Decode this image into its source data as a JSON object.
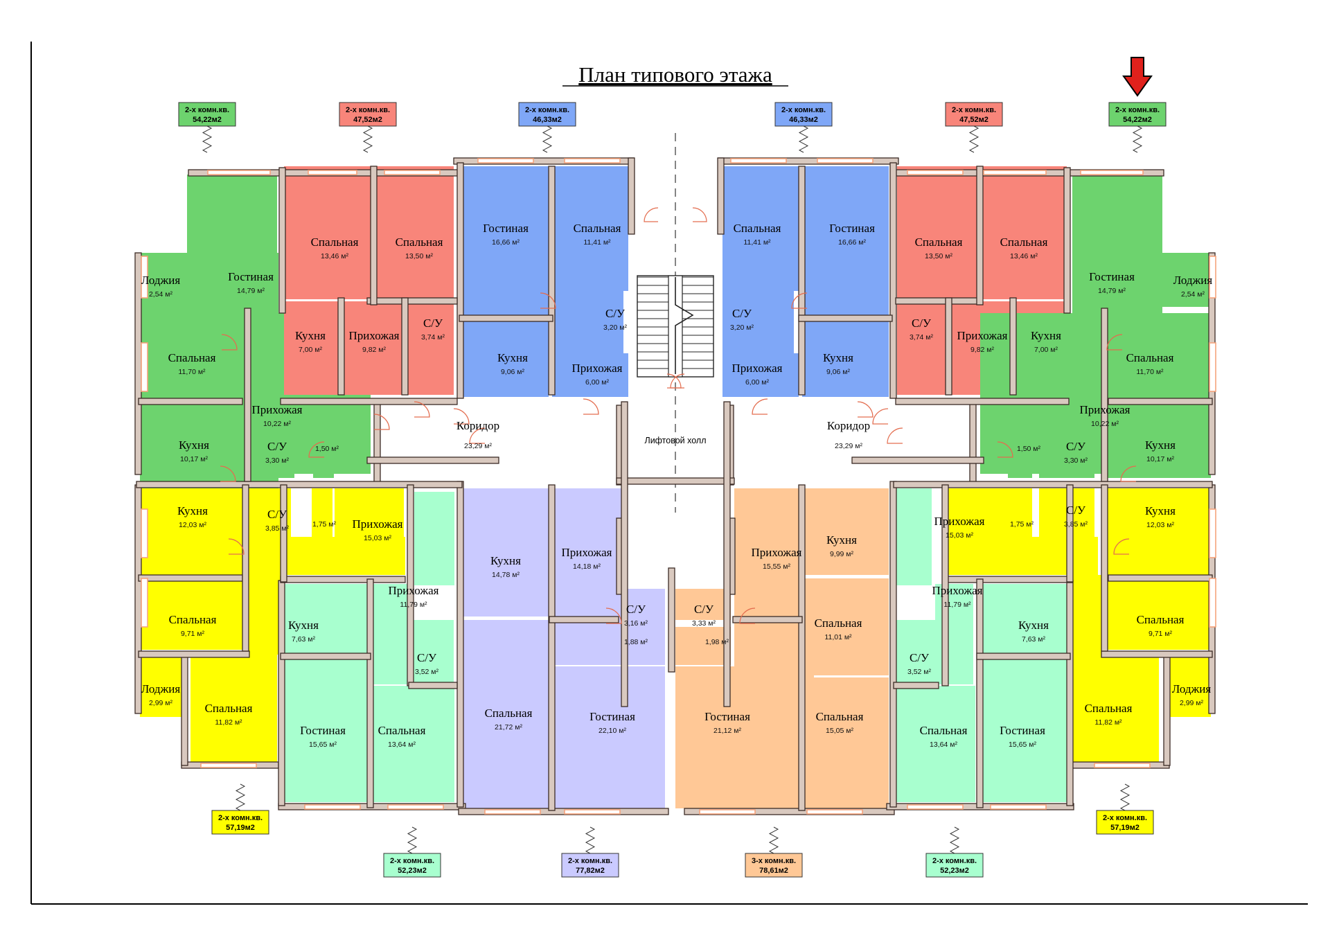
{
  "title": "План типового этажа",
  "corridor_left": {
    "name": "Коридор",
    "area": "23,29 м²"
  },
  "corridor_right": {
    "name": "Коридор",
    "area": "23,29 м²"
  },
  "lift_hall": "Лифтовой холл",
  "colors": {
    "green": "#6dd36e",
    "red": "#f8857a",
    "blue": "#7fa7f7",
    "yellow": "#ffff00",
    "mint": "#a8ffcf",
    "lavender": "#cacaff",
    "orange": "#ffc896",
    "wall": "#d9c9bf",
    "window": "#f5a37c",
    "marker": "#e0211c"
  },
  "marker_icon": "red-down-arrow-icon",
  "apartments": [
    {
      "id": "g-left",
      "color": "green",
      "type": "2-х комн.кв.",
      "area": "54,22м2"
    },
    {
      "id": "r-left",
      "color": "red",
      "type": "2-х комн.кв.",
      "area": "47,52м2"
    },
    {
      "id": "b-left",
      "color": "blue",
      "type": "2-х комн.кв.",
      "area": "46,33м2"
    },
    {
      "id": "b-right",
      "color": "blue",
      "type": "2-х комн.кв.",
      "area": "46,33м2"
    },
    {
      "id": "r-right",
      "color": "red",
      "type": "2-х комн.кв.",
      "area": "47,52м2"
    },
    {
      "id": "g-right",
      "color": "green",
      "type": "2-х комн.кв.",
      "area": "54,22м2"
    },
    {
      "id": "y-left",
      "color": "yellow",
      "type": "2-х комн.кв.",
      "area": "57,19м2"
    },
    {
      "id": "m-left",
      "color": "mint",
      "type": "2-х комн.кв.",
      "area": "52,23м2"
    },
    {
      "id": "l-mid",
      "color": "lavender",
      "type": "2-х комн.кв.",
      "area": "77,82м2"
    },
    {
      "id": "o-mid",
      "color": "orange",
      "type": "3-х комн.кв.",
      "area": "78,61м2"
    },
    {
      "id": "m-right",
      "color": "mint",
      "type": "2-х комн.кв.",
      "area": "52,23м2"
    },
    {
      "id": "y-right",
      "color": "yellow",
      "type": "2-х комн.кв.",
      "area": "57,19м2"
    }
  ],
  "rooms": [
    {
      "name": "Лоджия",
      "area": "2,54 м²"
    },
    {
      "name": "Гостиная",
      "area": "14,79 м²"
    },
    {
      "name": "Спальная",
      "area": "11,70 м²"
    },
    {
      "name": "Прихожая",
      "area": "10,22 м²"
    },
    {
      "name": "Кухня",
      "area": "10,17 м²"
    },
    {
      "name": "С/У",
      "area": "3,30 м²"
    },
    {
      "name": "",
      "area": "1,50 м²"
    },
    {
      "name": "Спальная",
      "area": "13,46 м²"
    },
    {
      "name": "Спальная",
      "area": "13,50 м²"
    },
    {
      "name": "Кухня",
      "area": "7,00 м²"
    },
    {
      "name": "Прихожая",
      "area": "9,82 м²"
    },
    {
      "name": "С/У",
      "area": "3,74 м²"
    },
    {
      "name": "Гостиная",
      "area": "16,66 м²"
    },
    {
      "name": "Спальная",
      "area": "11,41 м²"
    },
    {
      "name": "С/У",
      "area": "3,20 м²"
    },
    {
      "name": "Кухня",
      "area": "9,06 м²"
    },
    {
      "name": "Прихожая",
      "area": "6,00 м²"
    },
    {
      "name": "Спальная",
      "area": "11,41 м²"
    },
    {
      "name": "Гостиная",
      "area": "16,66 м²"
    },
    {
      "name": "С/У",
      "area": "3,20 м²"
    },
    {
      "name": "Прихожая",
      "area": "6,00 м²"
    },
    {
      "name": "Кухня",
      "area": "9,06 м²"
    },
    {
      "name": "Спальная",
      "area": "13,50 м²"
    },
    {
      "name": "Спальная",
      "area": "13,46 м²"
    },
    {
      "name": "С/У",
      "area": "3,74 м²"
    },
    {
      "name": "Прихожая",
      "area": "9,82 м²"
    },
    {
      "name": "Кухня",
      "area": "7,00 м²"
    },
    {
      "name": "Гостиная",
      "area": "14,79 м²"
    },
    {
      "name": "Лоджия",
      "area": "2,54 м²"
    },
    {
      "name": "Спальная",
      "area": "11,70 м²"
    },
    {
      "name": "Прихожая",
      "area": "10,22 м²"
    },
    {
      "name": "",
      "area": "1,50 м²"
    },
    {
      "name": "С/У",
      "area": "3,30 м²"
    },
    {
      "name": "Кухня",
      "area": "10,17 м²"
    },
    {
      "name": "Кухня",
      "area": "12,03 м²"
    },
    {
      "name": "С/У",
      "area": "3,85 м²"
    },
    {
      "name": "",
      "area": "1,75 м²"
    },
    {
      "name": "Прихожая",
      "area": "15,03 м²"
    },
    {
      "name": "Спальная",
      "area": "9,71 м²"
    },
    {
      "name": "Лоджия",
      "area": "2,99 м²"
    },
    {
      "name": "Спальная",
      "area": "11,82 м²"
    },
    {
      "name": "Кухня",
      "area": "7,63 м²"
    },
    {
      "name": "Прихожая",
      "area": "11,79 м²"
    },
    {
      "name": "С/У",
      "area": "3,52 м²"
    },
    {
      "name": "Гостиная",
      "area": "15,65 м²"
    },
    {
      "name": "Спальная",
      "area": "13,64 м²"
    },
    {
      "name": "Кухня",
      "area": "14,78 м²"
    },
    {
      "name": "Прихожая",
      "area": "14,18 м²"
    },
    {
      "name": "С/У",
      "area": "3,16 м²"
    },
    {
      "name": "",
      "area": "1,88 м²"
    },
    {
      "name": "Спальная",
      "area": "21,72 м²"
    },
    {
      "name": "Гостиная",
      "area": "22,10 м²"
    },
    {
      "name": "С/У",
      "area": "3,33 м²"
    },
    {
      "name": "",
      "area": "1,98 м²"
    },
    {
      "name": "Прихожая",
      "area": "15,55 м²"
    },
    {
      "name": "Кухня",
      "area": "9,99 м²"
    },
    {
      "name": "Спальная",
      "area": "11,01 м²"
    },
    {
      "name": "Гостиная",
      "area": "21,12 м²"
    },
    {
      "name": "Спальная",
      "area": "15,05 м²"
    },
    {
      "name": "Прихожая",
      "area": "11,79 м²"
    },
    {
      "name": "С/У",
      "area": "3,52 м²"
    },
    {
      "name": "Кухня",
      "area": "7,63 м²"
    },
    {
      "name": "Спальная",
      "area": "13,64 м²"
    },
    {
      "name": "Гостиная",
      "area": "15,65 м²"
    },
    {
      "name": "Прихожая",
      "area": "15,03 м²"
    },
    {
      "name": "",
      "area": "1,75 м²"
    },
    {
      "name": "С/У",
      "area": "3,85 м²"
    },
    {
      "name": "Кухня",
      "area": "12,03 м²"
    },
    {
      "name": "Спальная",
      "area": "9,71 м²"
    },
    {
      "name": "Спальная",
      "area": "11,82 м²"
    },
    {
      "name": "Лоджия",
      "area": "2,99 м²"
    }
  ]
}
